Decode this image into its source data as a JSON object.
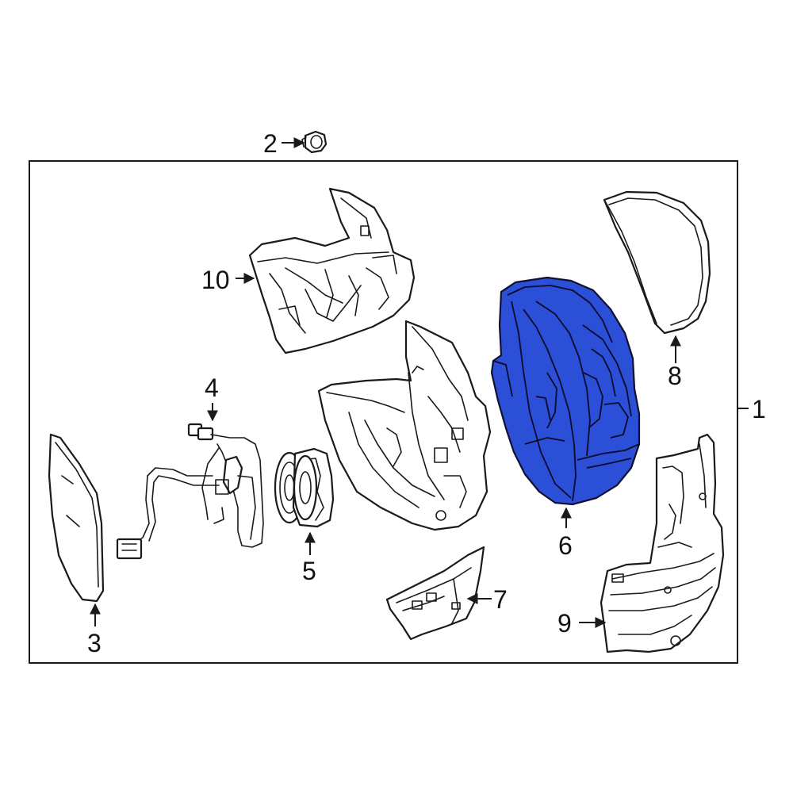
{
  "callouts": {
    "c1": "1",
    "c2": "2",
    "c3": "3",
    "c4": "4",
    "c5": "5",
    "c6": "6",
    "c7": "7",
    "c8": "8",
    "c9": "9",
    "c10": "10"
  },
  "colors": {
    "highlight": "#2b4fd6",
    "line": "#1a1a1a",
    "background": "#ffffff"
  },
  "highlighted_part": "6"
}
